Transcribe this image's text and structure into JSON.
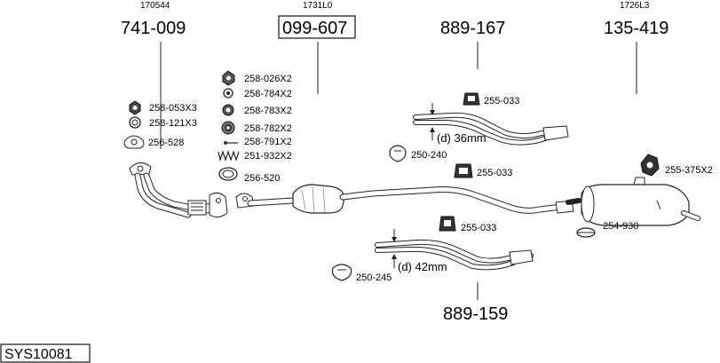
{
  "header_codes": {
    "code_1": "170544",
    "code_2": "1731L0",
    "code_3": "1726L3"
  },
  "main_parts": {
    "front_pipe": "741-009",
    "catalytic": "099-607",
    "middle_36": "889-167",
    "rear_silencer": "135-419",
    "middle_42": "889-159"
  },
  "hardware": {
    "h1": "258-053X3",
    "h2": "258-121X3",
    "h3": "256-528",
    "h4": "258-026X2",
    "h5": "258-784X2",
    "h6": "258-783X2",
    "h7": "258-782X2",
    "h8": "258-791X2",
    "h9": "251-932X2",
    "h10": "256-520",
    "h11": "255-033",
    "h12": "250-240",
    "h13": "255-033",
    "h14": "255-375X2",
    "h15": "254-930",
    "h16": "255-033",
    "h17": "250-245"
  },
  "dimensions": {
    "d36": "(d) 36mm",
    "d42": "(d) 42mm"
  },
  "system_code": "SYS10081"
}
